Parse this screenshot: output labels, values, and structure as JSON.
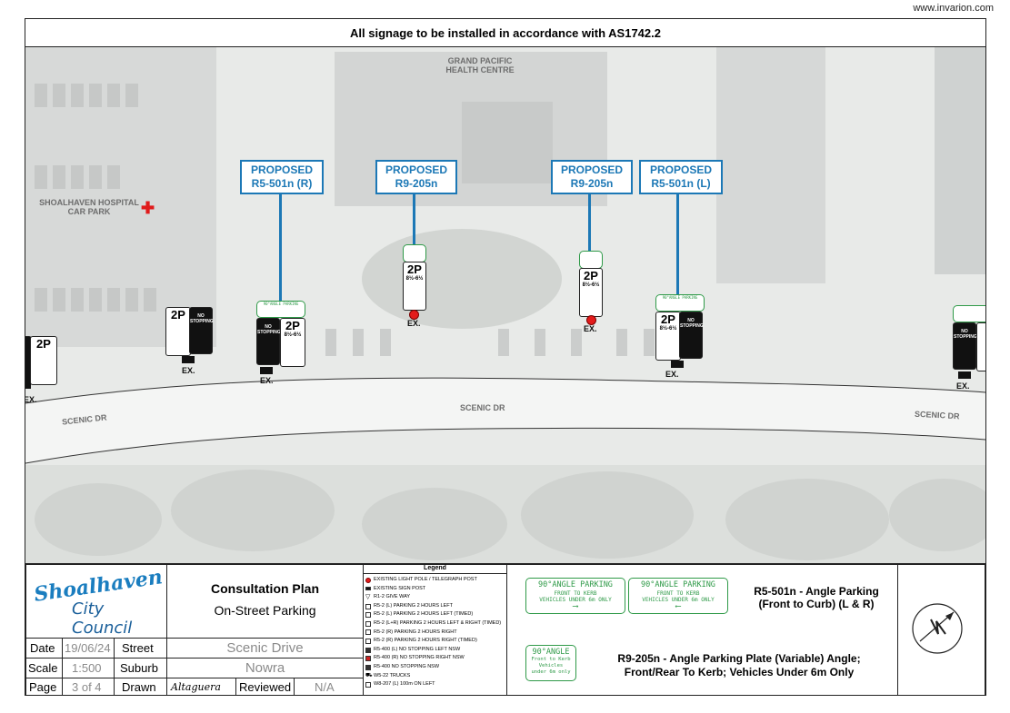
{
  "url": "www.invarion.com",
  "banner": "All signage to be installed in accordance with AS1742.2",
  "map": {
    "grand_pacific": "GRAND PACIFIC\nHEALTH CENTRE",
    "hospital_carpark": "SHOALHAVEN HOSPITAL\nCAR PARK",
    "scenic_dr_left": "SCENIC DR",
    "scenic_dr_mid": "SCENIC DR",
    "scenic_dr_right": "SCENIC DR",
    "ex": "EX.",
    "callouts": [
      {
        "line1": "PROPOSED",
        "line2": "R5-501n (R)"
      },
      {
        "line1": "PROPOSED",
        "line2": "R9-205n"
      },
      {
        "line1": "PROPOSED",
        "line2": "R9-205n"
      },
      {
        "line1": "PROPOSED",
        "line2": "R5-501n (L)"
      }
    ],
    "sign_2p": "2P",
    "sign_times": "8½-6½",
    "sign_no_stopping": "NO\nSTOPPING",
    "plate_angle": "90°ANGLE PARKING"
  },
  "title_block": {
    "council_line1": "Shoalhaven",
    "council_line2": "City Council",
    "plan_title": "Consultation Plan",
    "plan_subtitle": "On-Street Parking",
    "date_label": "Date",
    "date_value": "19/06/24",
    "street_label": "Street",
    "street_value": "Scenic Drive",
    "scale_label": "Scale",
    "scale_value": "1:500",
    "suburb_label": "Suburb",
    "suburb_value": "Nowra",
    "page_label": "Page",
    "page_value": "3 of 4",
    "drawn_label": "Drawn",
    "drawn_value": "Altaguera",
    "reviewed_label": "Reviewed",
    "reviewed_value": "N/A"
  },
  "legend": {
    "title": "Legend",
    "items": [
      {
        "icon": "red-dot",
        "text": "EXISTING LIGHT POLE / TELEGRAPH POST"
      },
      {
        "icon": "sign-post",
        "text": "EXISTING SIGN POST"
      },
      {
        "icon": "give-way",
        "text": "R1-2 GIVE WAY"
      },
      {
        "icon": "sign-box",
        "text": "R5-2 (L) PARKING 2 HOURS LEFT"
      },
      {
        "icon": "sign-box",
        "text": "R5-2 (L) PARKING 2 HOURS LEFT (TIMED)"
      },
      {
        "icon": "sign-box",
        "text": "R5-2 (L+R) PARKING 2 HOURS LEFT & RIGHT (TIMED)"
      },
      {
        "icon": "sign-box",
        "text": "R5-2 (R) PARKING 2 HOURS RIGHT"
      },
      {
        "icon": "sign-box",
        "text": "R5-2 (R) PARKING 2 HOURS RIGHT (TIMED)"
      },
      {
        "icon": "sign-dark",
        "text": "R5-400 (L) NO STOPPING LEFT NSW"
      },
      {
        "icon": "sign-red",
        "text": "R5-400 (R) NO STOPPING RIGHT NSW"
      },
      {
        "icon": "sign-dark",
        "text": "R5-400 NO STOPPING NSW"
      },
      {
        "icon": "trucks",
        "text": "W5-22 TRUCKS"
      },
      {
        "icon": "sign-box",
        "text": "W8-207 (L) 100m ON LEFT"
      }
    ]
  },
  "plates": {
    "angle_title": "90°ANGLE PARKING",
    "angle_line2": "FRONT TO KERB",
    "angle_line3": "VEHICLES UNDER 6m ONLY",
    "r5_desc_line1": "R5-501n - Angle Parking",
    "r5_desc_line2": "(Front to Curb) (L & R)",
    "r9_title": "90°ANGLE",
    "r9_line2": "Front to Kerb",
    "r9_line3": "Vehicles",
    "r9_line4": "under 6m only",
    "r9_desc_line1": "R9-205n - Angle Parking Plate (Variable) Angle;",
    "r9_desc_line2": "Front/Rear To Kerb; Vehicles Under 6m Only"
  },
  "north_symbol": "N"
}
